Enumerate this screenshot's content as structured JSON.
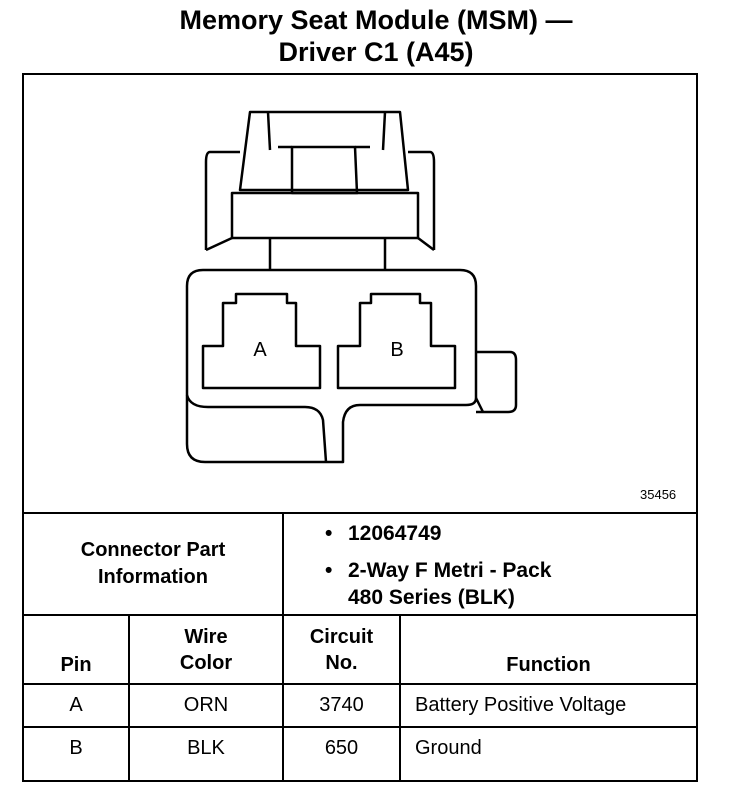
{
  "title": {
    "line1": "Memory Seat Module (MSM) —",
    "line2": "Driver C1 (A45)"
  },
  "diagram": {
    "figure_number": "35456",
    "cavity_labels": [
      "A",
      "B"
    ]
  },
  "connector_info": {
    "label_line1": "Connector Part",
    "label_line2": "Information",
    "part_number": "12064749",
    "description_line1": "2-Way F Metri - Pack",
    "description_line2": "480 Series (BLK)",
    "bullet": "•"
  },
  "table": {
    "headers": {
      "pin": "Pin",
      "wire_color_line1": "Wire",
      "wire_color_line2": "Color",
      "circuit_line1": "Circuit",
      "circuit_line2": "No.",
      "function": "Function"
    },
    "rows": [
      {
        "pin": "A",
        "wire_color": "ORN",
        "circuit": "3740",
        "function": "Battery Positive Voltage"
      },
      {
        "pin": "B",
        "wire_color": "BLK",
        "circuit": "650",
        "function": "Ground"
      }
    ]
  }
}
